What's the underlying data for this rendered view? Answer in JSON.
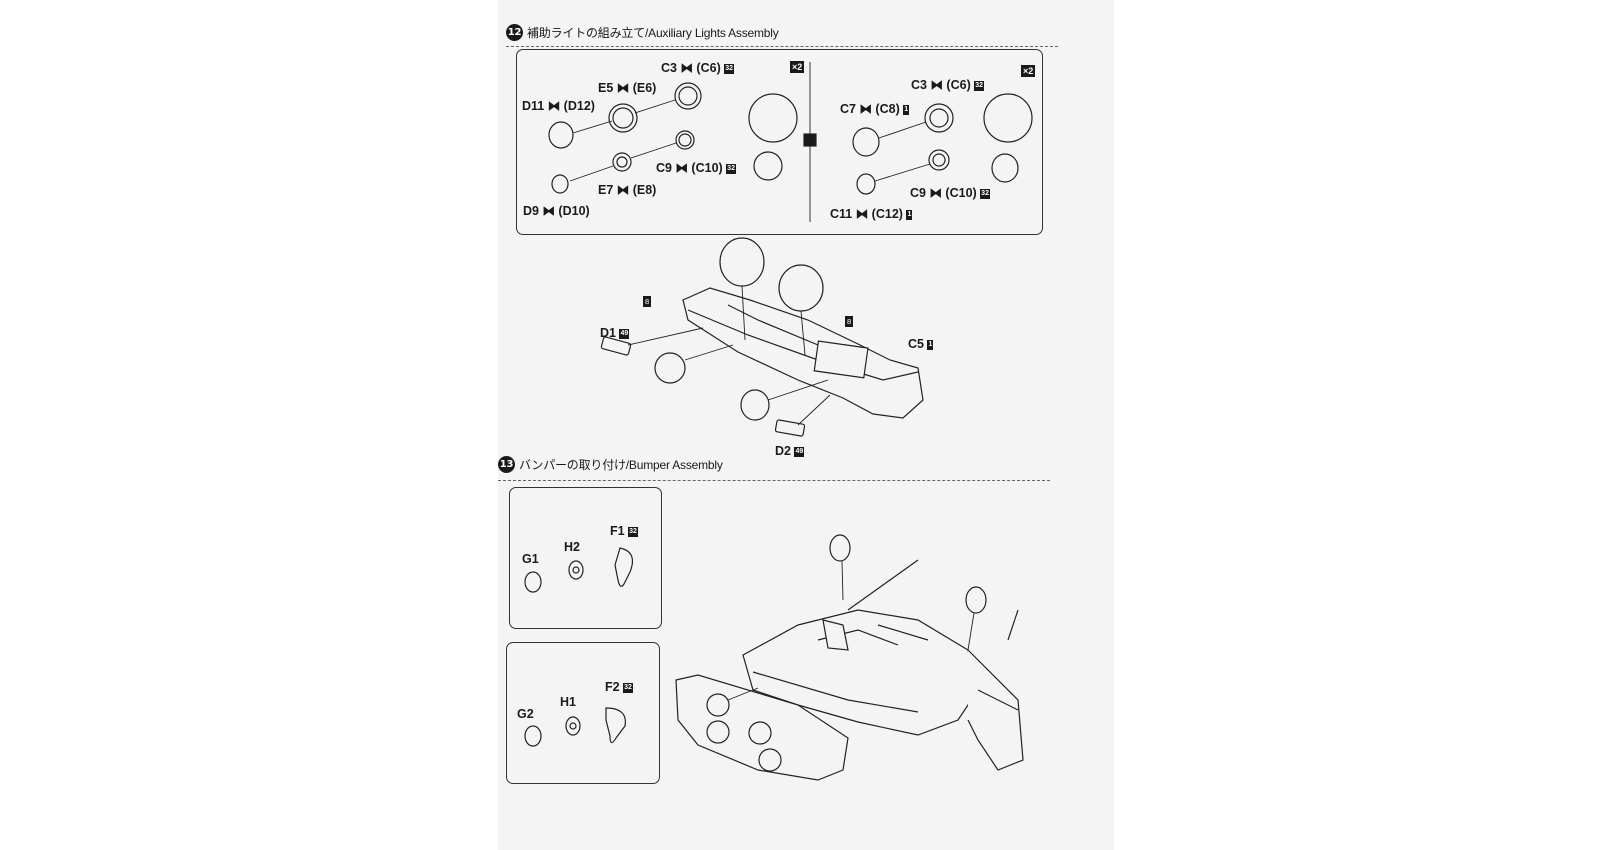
{
  "step12": {
    "number": "12",
    "title": "補助ライトの組み立て/Auxiliary Lights Assembly",
    "multiplier_left": "×2",
    "multiplier_right": "×2",
    "left_labels": {
      "c3": "C3 ⧓ (C6)",
      "c3_tag": "32",
      "e5": "E5 ⧓ (E6)",
      "d11": "D11 ⧓ (D12)",
      "c9": "C9 ⧓ (C10)",
      "c9_tag": "32",
      "e7": "E7 ⧓ (E8)",
      "d9": "D9 ⧓ (D10)"
    },
    "right_labels": {
      "c3": "C3 ⧓ (C6)",
      "c3_tag": "32",
      "c7": "C7 ⧓ (C8)",
      "c7_tag": "1",
      "c9": "C9 ⧓ (C10)",
      "c9_tag": "32",
      "c11": "C11 ⧓ (C12)",
      "c11_tag": "1"
    },
    "bumper_labels": {
      "tag8a": "8",
      "tag8b": "8",
      "d1": "D1",
      "d1_tag": "49",
      "c5": "C5",
      "c5_tag": "1",
      "d2": "D2",
      "d2_tag": "49"
    }
  },
  "step13": {
    "number": "13",
    "title": "バンパーの取り付け/Bumper Assembly",
    "panel_top": {
      "g1": "G1",
      "h2": "H2",
      "f1": "F1",
      "f1_tag": "32"
    },
    "panel_bottom": {
      "g2": "G2",
      "h1": "H1",
      "f2": "F2",
      "f2_tag": "32"
    }
  }
}
